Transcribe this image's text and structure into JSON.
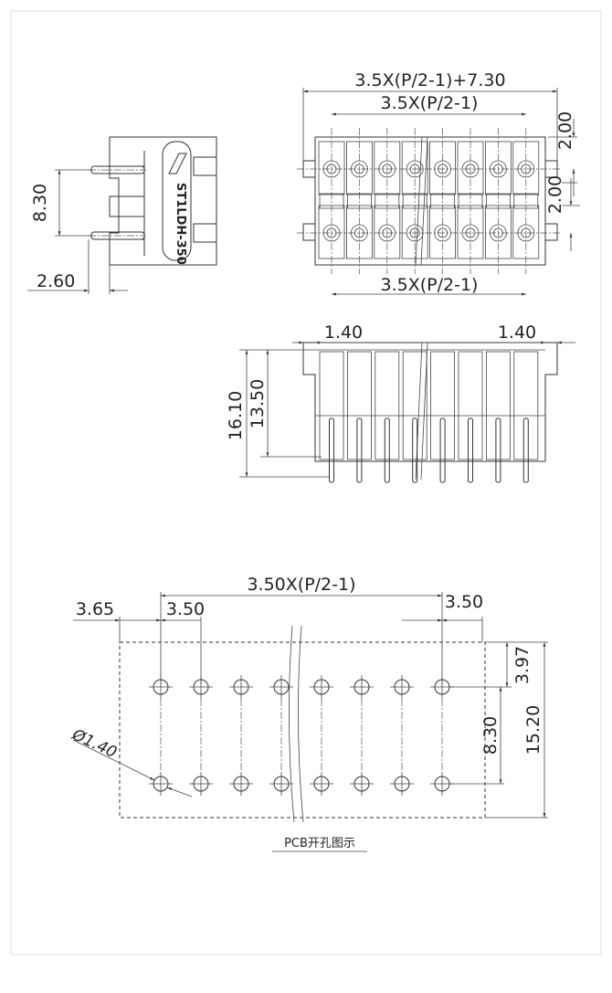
{
  "side_view": {
    "height_dim": "8.30",
    "offset_dim": "2.60",
    "part_label": "ST1LDH-350"
  },
  "top_view": {
    "overall_dim": "3.5X(P/2-1)+7.30",
    "pitch_dim_top": "3.5X(P/2-1)",
    "pitch_dim_bottom": "3.5X(P/2-1)",
    "edge_dim": "2.00",
    "row_dim": "2.00"
  },
  "front_view": {
    "left_flange": "1.40",
    "right_flange": "1.40",
    "total_height": "16.10",
    "body_height": "13.50"
  },
  "pcb_layout": {
    "pitch_dim": "3.50X(P/2-1)",
    "edge_offset": "3.65",
    "left_pitch": "3.50",
    "right_pitch": "3.50",
    "top_offset": "3.97",
    "row_spacing": "8.30",
    "total_width": "15.20",
    "hole_diameter": "Ø1.40",
    "caption": "PCB开孔图示"
  }
}
